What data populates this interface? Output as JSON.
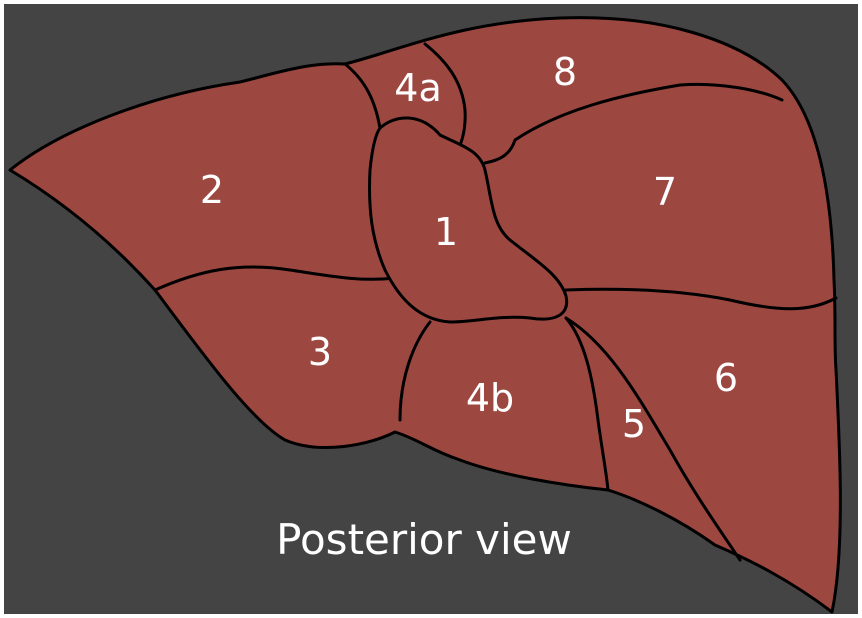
{
  "colors": {
    "background": "#444444",
    "liver": "#9c4740",
    "outline": "#000000",
    "label": "#ffffff"
  },
  "segments": {
    "s1": "1",
    "s2": "2",
    "s3": "3",
    "s4a": "4a",
    "s4b": "4b",
    "s5": "5",
    "s6": "6",
    "s7": "7",
    "s8": "8"
  },
  "caption": "Posterior view"
}
